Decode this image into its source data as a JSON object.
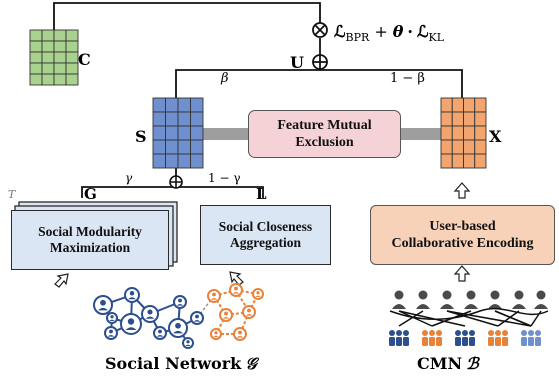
{
  "matrices": {
    "c": "C",
    "s": "S",
    "x": "X",
    "g": "G",
    "l": "L",
    "u": "U"
  },
  "weights": {
    "beta": "β",
    "one_minus_beta": "1 − β",
    "gamma": "γ",
    "one_minus_gamma": "1 − γ"
  },
  "loss": {
    "bpr_main": "ℒ",
    "bpr_sub": "BPR",
    "plus": "+",
    "theta": "θ",
    "dot": "·",
    "kl_main": "ℒ",
    "kl_sub": "KL"
  },
  "stack_label": "T",
  "modules": {
    "social_modularity": [
      "Social Modularity",
      "Maximization"
    ],
    "social_closeness": [
      "Social Closeness",
      "Aggregation"
    ],
    "feature_mutual": [
      "Feature Mutual",
      "Exclusion"
    ],
    "user_based": [
      "User-based",
      "Collaborative Encoding"
    ]
  },
  "captions": {
    "social_network": "Social Network",
    "social_network_symbol": "𝒢",
    "cmn": "CMN",
    "cmn_symbol": "ℬ"
  },
  "colors": {
    "green_matrix": "#a9d28e",
    "blue_matrix": "#6f8fcf",
    "orange_matrix": "#f2a56f",
    "social_blue": "#2d4f8e",
    "social_orange": "#e8823a"
  }
}
